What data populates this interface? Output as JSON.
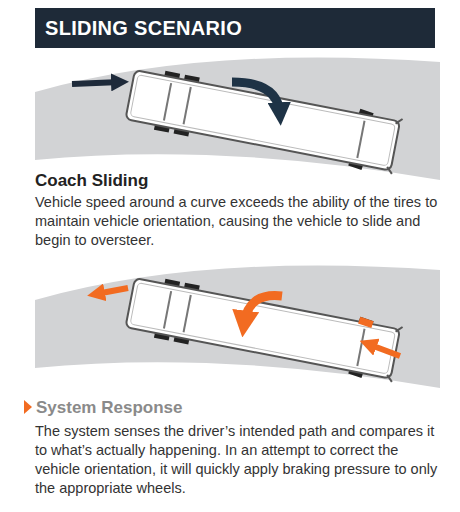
{
  "diagram": {
    "title": "SLIDING SCENARIO",
    "labels": [
      "Coach Sliding",
      "Vehicle speed around a curve exceeds the ability of the tires to maintain vehicle orientation, causing the vehicle to slide and begin to oversteer.",
      "System Response",
      "The system senses the driver’s intended path and compares it to what’s actually happening. In an attempt to correct the vehicle orientation, it will quickly apply braking pressure to only the appropriate wheels."
    ]
  }
}
